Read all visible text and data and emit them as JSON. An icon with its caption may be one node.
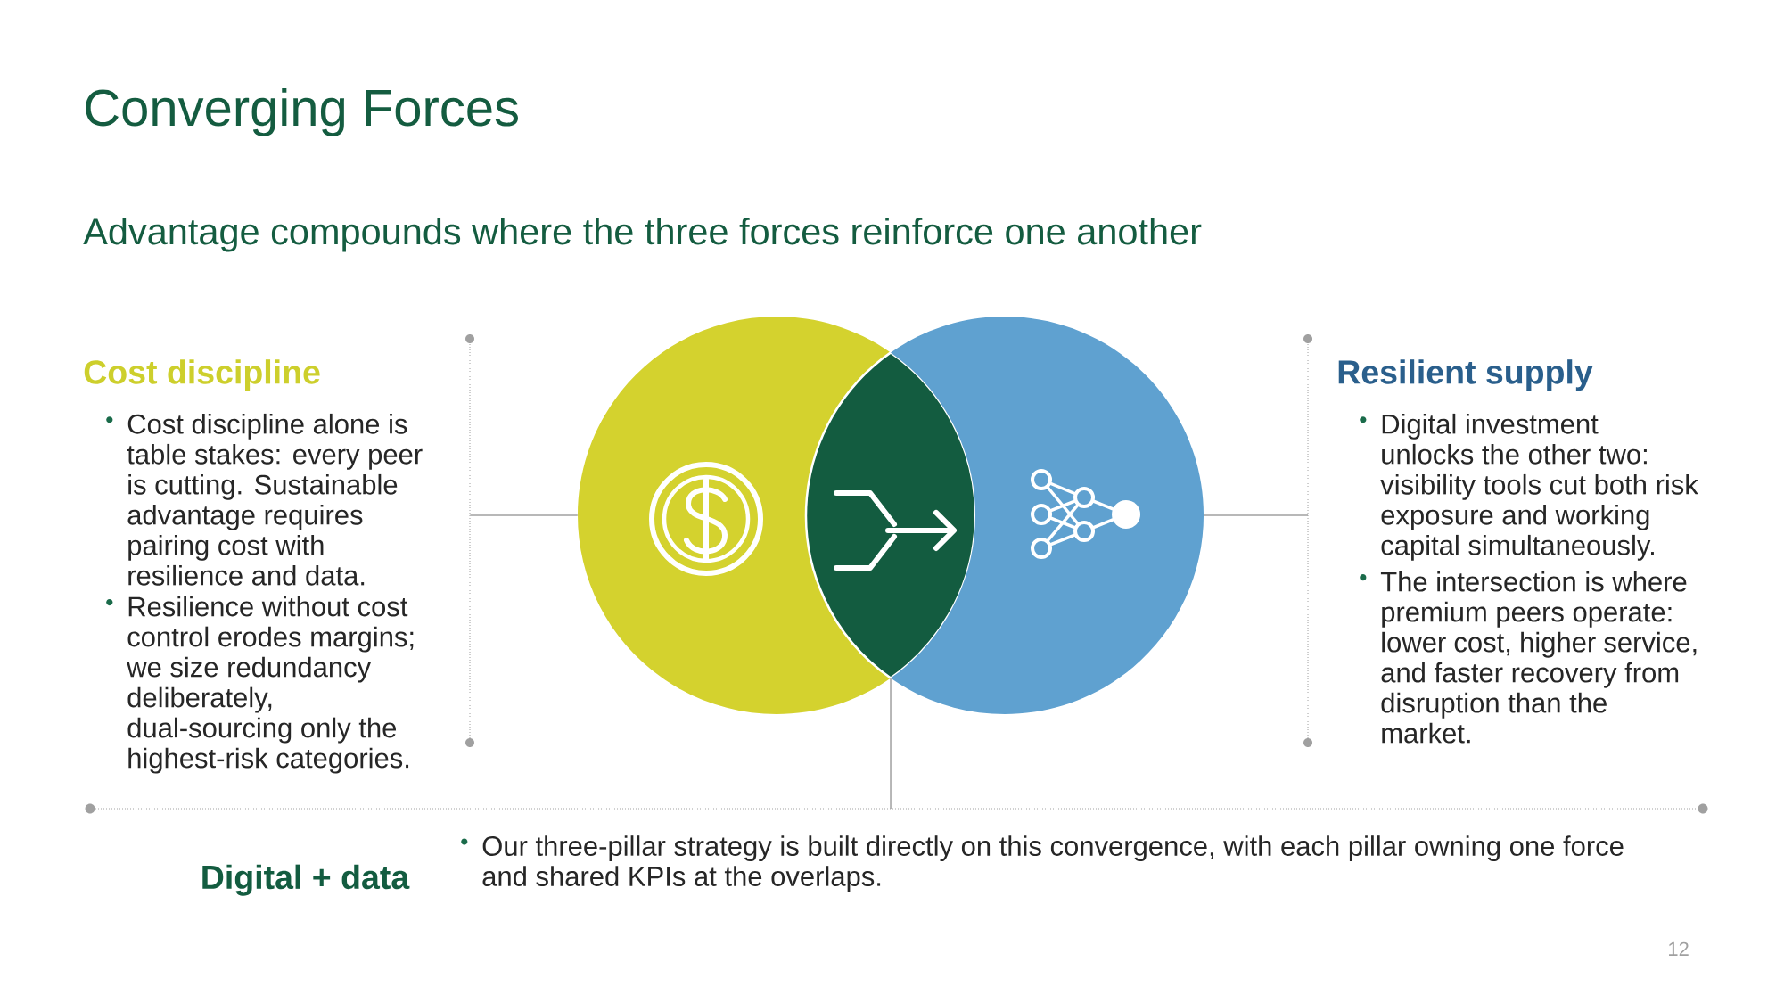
{
  "diagram": {
    "title": "Converging Forces",
    "nodes": [
      {
        "text": [
          "Cost discipline",
          "Cost discipline alone is table stakes: every peer is cutting. Sustainable advantage requires pairing cost with resilience and data.",
          "Resilience without cost control erodes margins; we size redundancy deliberately, dual-sourcing only the highest-risk categories."
        ]
      },
      {
        "text": [],
        "shape": "circle"
      },
      {
        "text": [],
        "shape": "lens"
      },
      {
        "text": [],
        "shape": "circle"
      },
      {
        "text": [
          "Resilient supply",
          "Digital investment unlocks the other two: visibility tools cut both risk exposure and working capital simultaneously.",
          "The intersection is where premium peers operate: lower cost, higher service, and faster recovery from disruption than the market."
        ]
      },
      {
        "text": [
          "Digital + data",
          "Our three-pillar strategy is built directly on this convergence, with each pillar owning one force and shared KPIs at the overlaps."
        ]
      }
    ],
    "edges": [
      {
        "from": 0,
        "to": 1,
        "arrow": "none"
      },
      {
        "from": 3,
        "to": 4,
        "arrow": "none"
      },
      {
        "from": 2,
        "to": 5,
        "arrow": "none"
      }
    ],
    "labels": [
      "Advantage compounds where the three forces reinforce one another",
      "12"
    ]
  }
}
